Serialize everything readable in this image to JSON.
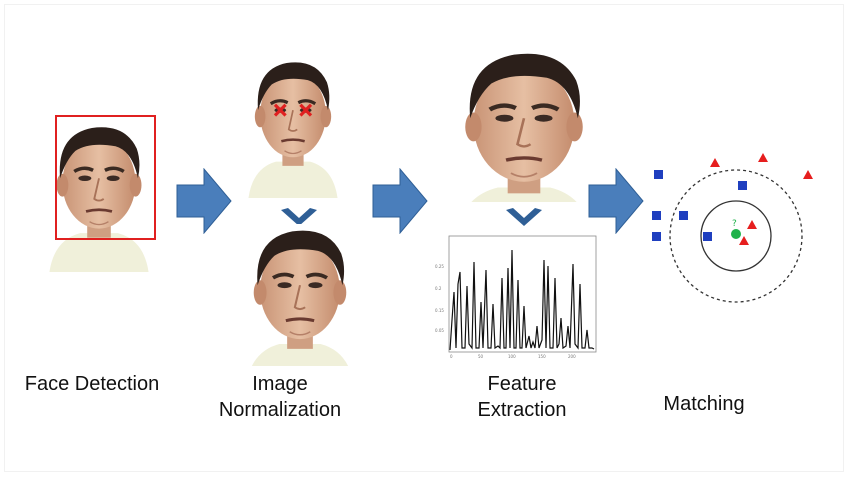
{
  "steps": [
    {
      "id": "detection",
      "lines": [
        "Face Detection"
      ]
    },
    {
      "id": "normalization",
      "lines": [
        "Image",
        "Normalization"
      ]
    },
    {
      "id": "extraction",
      "lines": [
        "Feature",
        "Extraction"
      ]
    },
    {
      "id": "matching",
      "lines": [
        "Matching"
      ]
    }
  ],
  "colors": {
    "arrow": "#4a7ebb",
    "arrow_edge": "#2f5f96",
    "detection_box": "#e02020",
    "eye_marker": "#e02020",
    "square_class": "#1f3fbf",
    "triangle_class": "#e61e1e",
    "query_point": "#1fb24a",
    "query_label": "#1fb24a"
  },
  "icons": [
    "face-photo",
    "eye-marker-icon",
    "chevron-down-icon",
    "right-arrow-icon",
    "feature-plot",
    "knn-diagram"
  ],
  "feature_plot": {
    "type": "line",
    "ticks_note": "axis tick labels too small to read"
  },
  "matching_diagram": {
    "query_label": "?"
  }
}
